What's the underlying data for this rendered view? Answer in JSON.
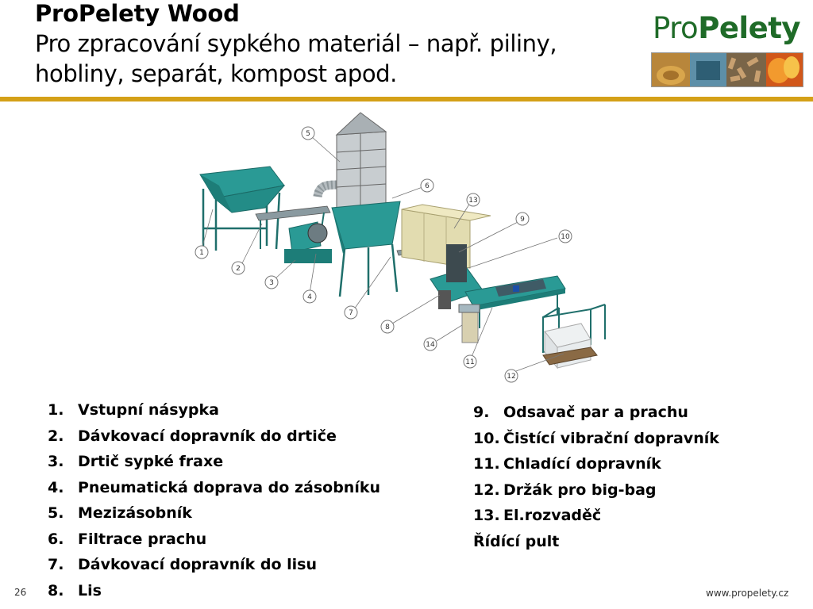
{
  "header": {
    "title": "ProPelety Wood",
    "subtitle_line1": "Pro zpracování sypkého materiál – např. piliny,",
    "subtitle_line2": "hobliny, separát, kompost apod."
  },
  "logo": {
    "text_pro": "Pro",
    "text_pelety": "Pelety",
    "brand_color": "#1f6b28"
  },
  "accent_color": "#d4a017",
  "diagram": {
    "callouts": [
      "1",
      "2",
      "3",
      "4",
      "5",
      "6",
      "7",
      "8",
      "9",
      "10",
      "11",
      "12",
      "13",
      "14"
    ]
  },
  "list_left": [
    {
      "num": "1.",
      "label": "Vstupní násypka"
    },
    {
      "num": "2.",
      "label": "Dávkovací dopravník do drtiče"
    },
    {
      "num": "3.",
      "label": "Drtič sypké fraxe"
    },
    {
      "num": "4.",
      "label": "Pneumatická doprava do zásobníku"
    },
    {
      "num": "5.",
      "label": "Mezizásobník"
    },
    {
      "num": "6.",
      "label": "Filtrace prachu"
    },
    {
      "num": "7.",
      "label": "Dávkovací dopravník do lisu"
    },
    {
      "num": "8.",
      "label": "Lis"
    }
  ],
  "list_right": [
    {
      "num": "9.",
      "label": "Odsavač par a prachu"
    },
    {
      "num": "10.",
      "label": "Čistící vibrační dopravník"
    },
    {
      "num": "11.",
      "label": "Chladící dopravník"
    },
    {
      "num": "12.",
      "label": "Držák pro big-bag"
    },
    {
      "num": "13.",
      "label": "El.rozvaděč"
    },
    {
      "num": "",
      "label": "Řídící pult"
    }
  ],
  "footer": {
    "page_number": "26",
    "url": "www.propelety.cz"
  }
}
